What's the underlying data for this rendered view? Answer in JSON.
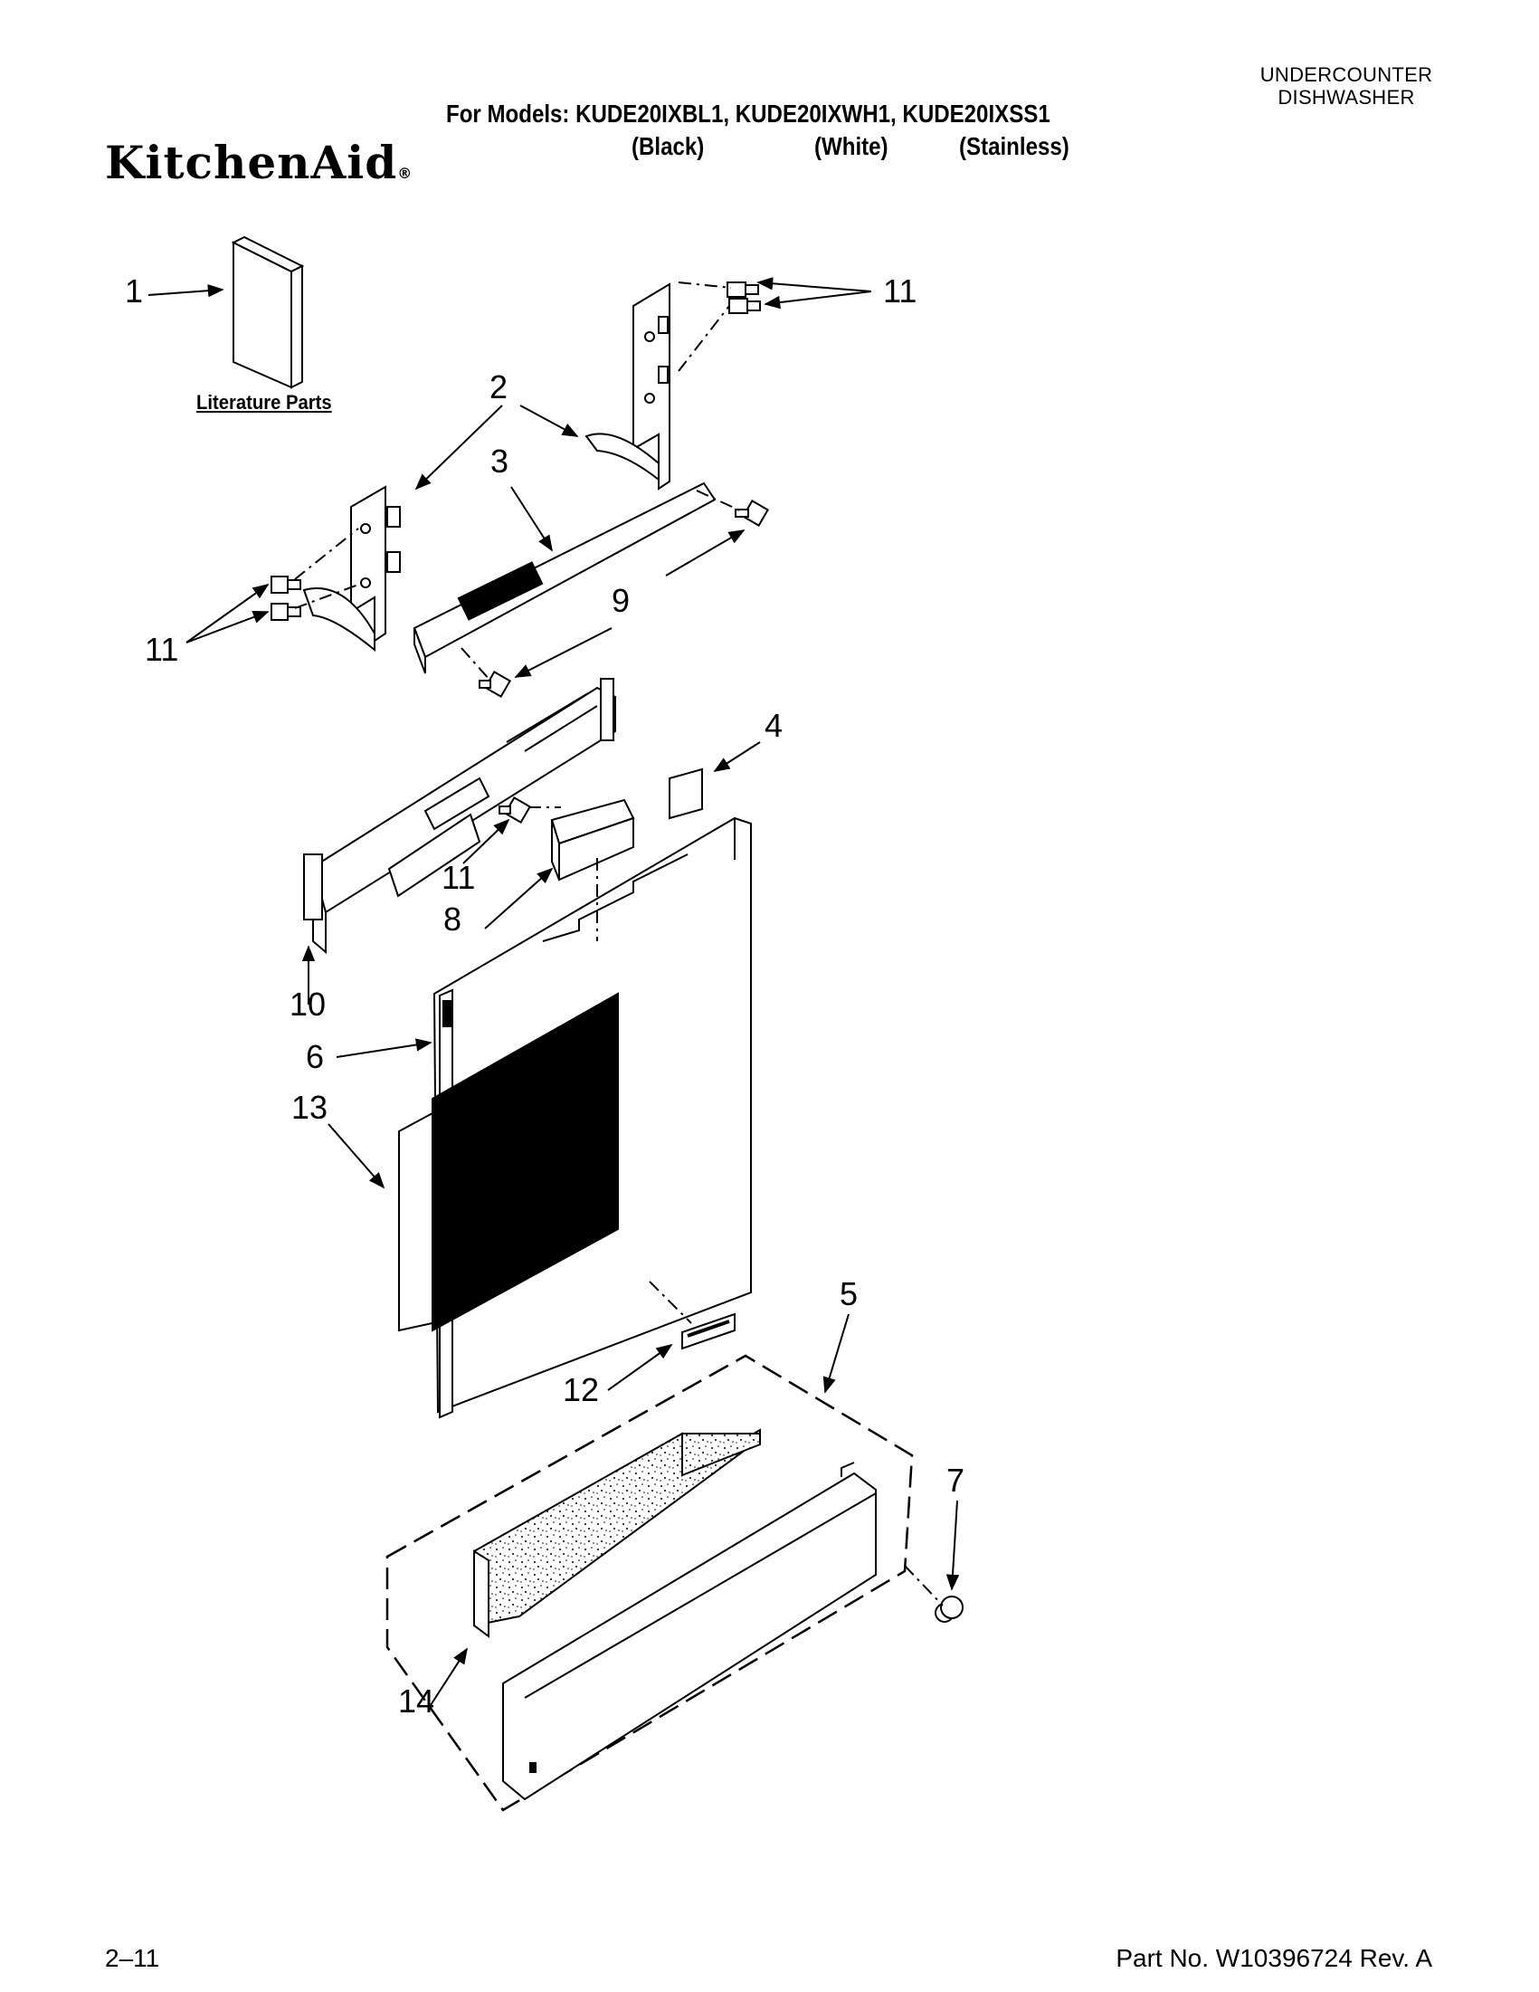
{
  "header": {
    "category": "UNDERCOUNTER DISHWASHER",
    "models_line": "For Models: KUDE20IXBL1, KUDE20IXWH1, KUDE20IXSS1",
    "variants": [
      "(Black)",
      "(White)",
      "(Stainless)"
    ],
    "brand": "KitchenAid",
    "brand_mark": "®"
  },
  "callouts": [
    "1",
    "2",
    "3",
    "4",
    "5",
    "6",
    "7",
    "8",
    "9",
    "10",
    "11",
    "11",
    "11",
    "12",
    "13",
    "14"
  ],
  "literature_label": "Literature Parts",
  "footer": {
    "page_number": "2–11",
    "part_number": "Part No. W10396724 Rev. A"
  }
}
